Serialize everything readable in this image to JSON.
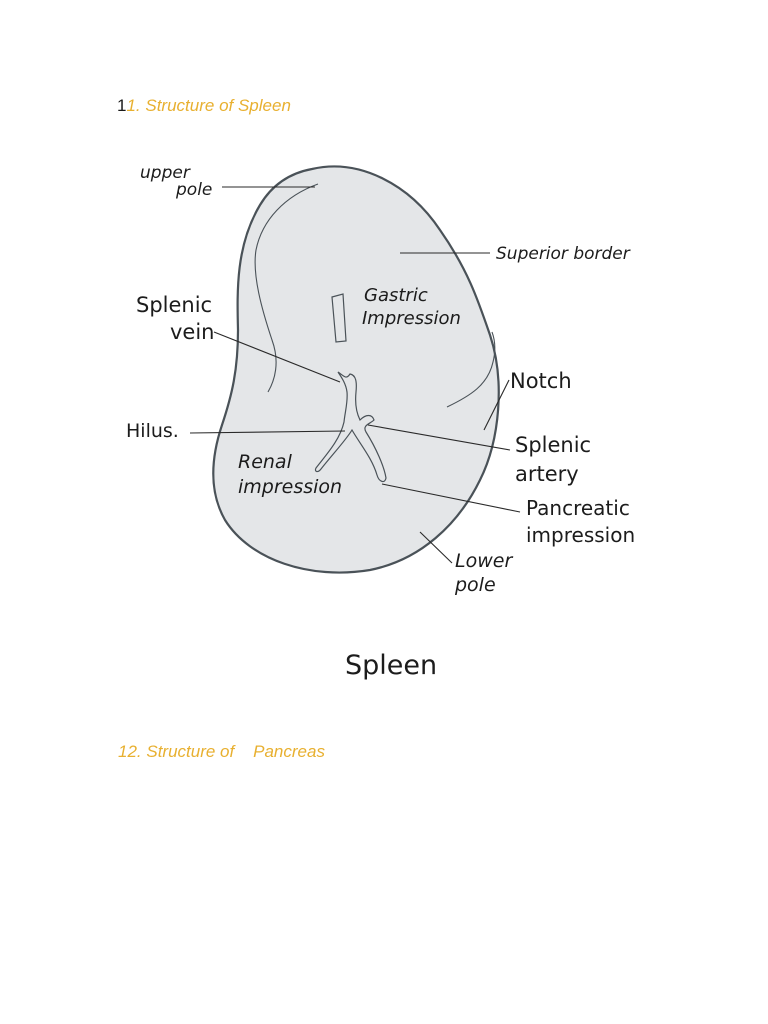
{
  "colors": {
    "accent": "#e8b030",
    "organ_fill": "#e4e6e8",
    "organ_stroke": "#4a5258",
    "line": "#2a2a2a",
    "text": "#1c1c1c"
  },
  "section_1": {
    "number_dark": "1",
    "text": "1. Structure of Spleen"
  },
  "figure": {
    "caption": "Spleen",
    "labels": {
      "upper_pole_1": "upper",
      "upper_pole_2": "pole",
      "superior_border": "Superior border",
      "gastric_1": "Gastric",
      "gastric_2": "Impression",
      "splenic_vein_1": "Splenic",
      "splenic_vein_2": "vein",
      "notch": "Notch",
      "hilus": "Hilus.",
      "splenic_artery_1": "Splenic",
      "splenic_artery_2": "artery",
      "renal_1": "Renal",
      "renal_2": "impression",
      "pancreatic_1": "Pancreatic",
      "pancreatic_2": "impression",
      "lower_pole_1": "Lower",
      "lower_pole_2": "pole"
    }
  },
  "section_2": {
    "text": "12. Structure of    Pancreas"
  }
}
